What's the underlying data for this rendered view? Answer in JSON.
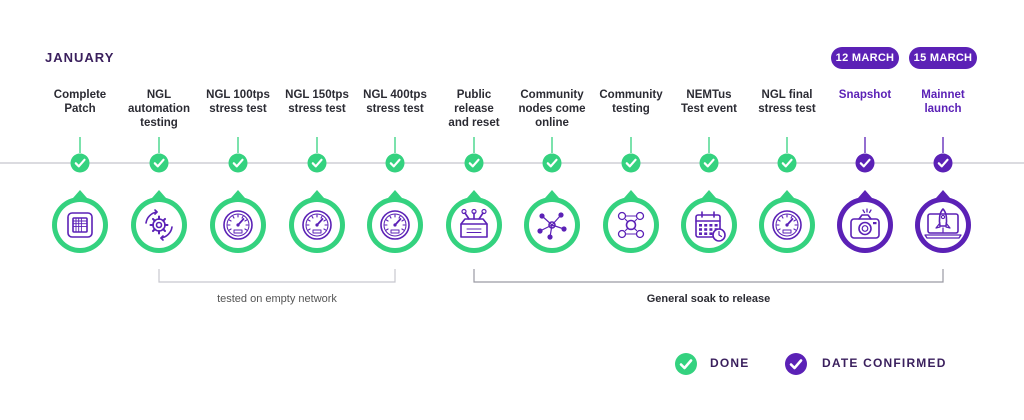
{
  "timeline": {
    "month": "JANUARY",
    "colors": {
      "done": "#34d27f",
      "confirmed": "#5b21b6",
      "line": "#cfcfd6"
    },
    "milestones": [
      {
        "label": "Complete\nPatch",
        "status": "done",
        "icon": "patch-chip-icon"
      },
      {
        "label": "NGL\nautomation\ntesting",
        "status": "done",
        "icon": "automation-gear-icon"
      },
      {
        "label": "NGL 100tps\nstress test",
        "status": "done",
        "icon": "gauge-icon"
      },
      {
        "label": "NGL 150tps\nstress test",
        "status": "done",
        "icon": "gauge-icon"
      },
      {
        "label": "NGL 400tps\nstress test",
        "status": "done",
        "icon": "gauge-icon"
      },
      {
        "label": "Public\nrelease\nand reset",
        "status": "done",
        "icon": "release-box-icon"
      },
      {
        "label": "Community\nnodes come\nonline",
        "status": "done",
        "icon": "network-nodes-icon"
      },
      {
        "label": "Community\ntesting",
        "status": "done",
        "icon": "community-icon"
      },
      {
        "label": "NEMTus\nTest event",
        "status": "done",
        "icon": "calendar-icon"
      },
      {
        "label": "NGL final\nstress test",
        "status": "done",
        "icon": "gauge-icon"
      },
      {
        "label": "Snapshot",
        "status": "confirmed",
        "date": "12 MARCH",
        "icon": "camera-icon"
      },
      {
        "label": "Mainnet\nlaunch",
        "status": "confirmed",
        "date": "15 MARCH",
        "icon": "rocket-icon"
      }
    ],
    "ranges": [
      {
        "label": "tested on empty network",
        "from": 1,
        "to": 4,
        "bold": false
      },
      {
        "label": "General soak to release",
        "from": 5,
        "to": 11,
        "bold": true
      }
    ]
  },
  "legend": {
    "done": "DONE",
    "confirmed": "DATE CONFIRMED"
  }
}
